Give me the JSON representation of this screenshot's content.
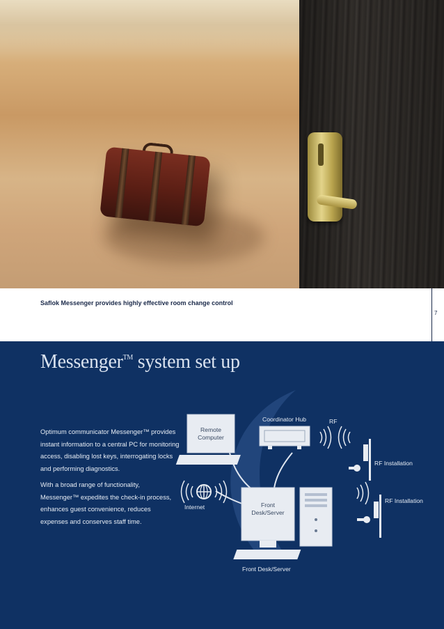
{
  "photo": {
    "caption": "Saflok Messenger provides highly effective room change control",
    "page_number": "7"
  },
  "section": {
    "title": "Messenger",
    "title_mark": "TM",
    "title_rest": " system set up",
    "paragraphs": [
      "Optimum communicator Messenger™ provides instant information to a central PC for monitoring access, disabling lost keys, interrogating locks and performing diagnostics.",
      "With a broad range of functionality, Messenger™ expedites the check-in process, enhances guest convenience, reduces expenses and conserves staff time."
    ]
  },
  "diagram": {
    "labels": {
      "coordinator_hub": "Coordinator Hub",
      "rf": "RF",
      "remote_computer": "Remote Computer",
      "rf_installation_1": "RF Installation",
      "rf_installation_2": "RF Installation",
      "internet": "Internet",
      "front_desk_screen": "Front Desk/Server",
      "front_desk_server": "Front Desk/Server"
    }
  },
  "colors": {
    "panel_bg": "#0f3163",
    "device_fill": "#e8ecf2",
    "accent_text": "#1b2a4a"
  }
}
